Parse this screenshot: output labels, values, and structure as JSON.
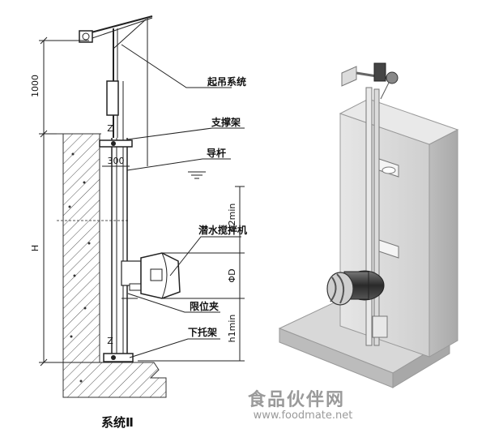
{
  "labels": {
    "hoist_system": "起吊系统",
    "support_frame": "支撑架",
    "guide_rod": "导杆",
    "mixer": "潜水搅拌机",
    "limit_clamp": "限位夹",
    "lower_bracket": "下托架"
  },
  "dimensions": {
    "top_height": "1000",
    "offset": "300",
    "total_height": "H",
    "depth_upper": "h2min",
    "diameter": "ΦD",
    "depth_lower": "h1min",
    "z_mark_top": "Z",
    "z_mark_bottom": "Z"
  },
  "caption": "系统Ⅱ",
  "watermark": {
    "cn": "食品伙伴网",
    "url": "www.foodmate.net"
  }
}
